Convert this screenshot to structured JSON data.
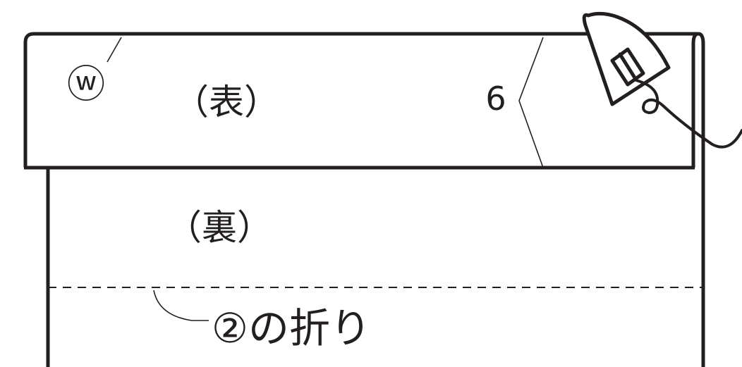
{
  "labels": {
    "fold_mark": "ⓦ",
    "front_side": "（表）",
    "back_side": "（裏）",
    "measurement": "6",
    "fold_line_caption": "②の折り"
  },
  "colors": {
    "line": "#231f20",
    "background": "#ffffff"
  },
  "icons": {
    "iron": "iron-icon"
  }
}
